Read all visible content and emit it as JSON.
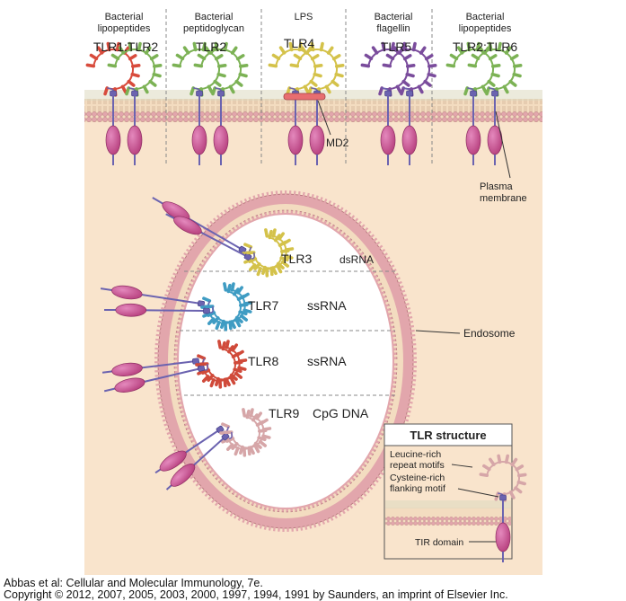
{
  "colors": {
    "cytoplasm": "#f9e4cc",
    "membrane_head": "#e2a6ac",
    "membrane_core": "#f3dcc0",
    "endosome_lumen": "#ffffff",
    "tir_domain": "#c44e8c",
    "tir_highlight": "#e489bd",
    "flank": "#6b63b0",
    "tlr1": "#d84b3c",
    "tlr2": "#7cb255",
    "tlr4": "#d4c24a",
    "tlr5": "#7a4c9c",
    "tlr3": "#d4c24a",
    "tlr7": "#3f9cc3",
    "tlr8": "#d04a3a",
    "tlr9": "#d6a6a8"
  },
  "surface": {
    "ligands": [
      {
        "line1": "Bacterial",
        "line2": "lipopeptides"
      },
      {
        "line1": "Bacterial",
        "line2": "peptidoglycan"
      },
      {
        "line1": "LPS",
        "line2": ""
      },
      {
        "line1": "Bacterial",
        "line2": "flagellin"
      },
      {
        "line1": "Bacterial",
        "line2": "lipopeptides"
      }
    ],
    "receptors": [
      "TLR1:TLR2",
      "TLR2",
      "TLR4",
      "TLR5",
      "TLR2:TLR6"
    ],
    "md2_label": "MD2",
    "plasma_membrane": {
      "line1": "Plasma",
      "line2": "membrane"
    }
  },
  "endosome": {
    "label": "Endosome",
    "receptors": [
      {
        "name": "TLR3",
        "ligand": "dsRNA"
      },
      {
        "name": "TLR7",
        "ligand": "ssRNA"
      },
      {
        "name": "TLR8",
        "ligand": "ssRNA"
      },
      {
        "name": "TLR9",
        "ligand": "CpG DNA"
      }
    ]
  },
  "structure": {
    "title": "TLR structure",
    "lrr": {
      "line1": "Leucine-rich",
      "line2": "repeat motifs"
    },
    "cys": {
      "line1": "Cysteine-rich",
      "line2": "flanking motif"
    },
    "tir": "TIR domain"
  },
  "caption": {
    "line1": "Abbas et al: Cellular and Molecular Immunology, 7e.",
    "line2": "Copyright © 2012, 2007, 2005, 2003, 2000, 1997, 1994, 1991 by Saunders, an imprint of Elsevier Inc."
  }
}
